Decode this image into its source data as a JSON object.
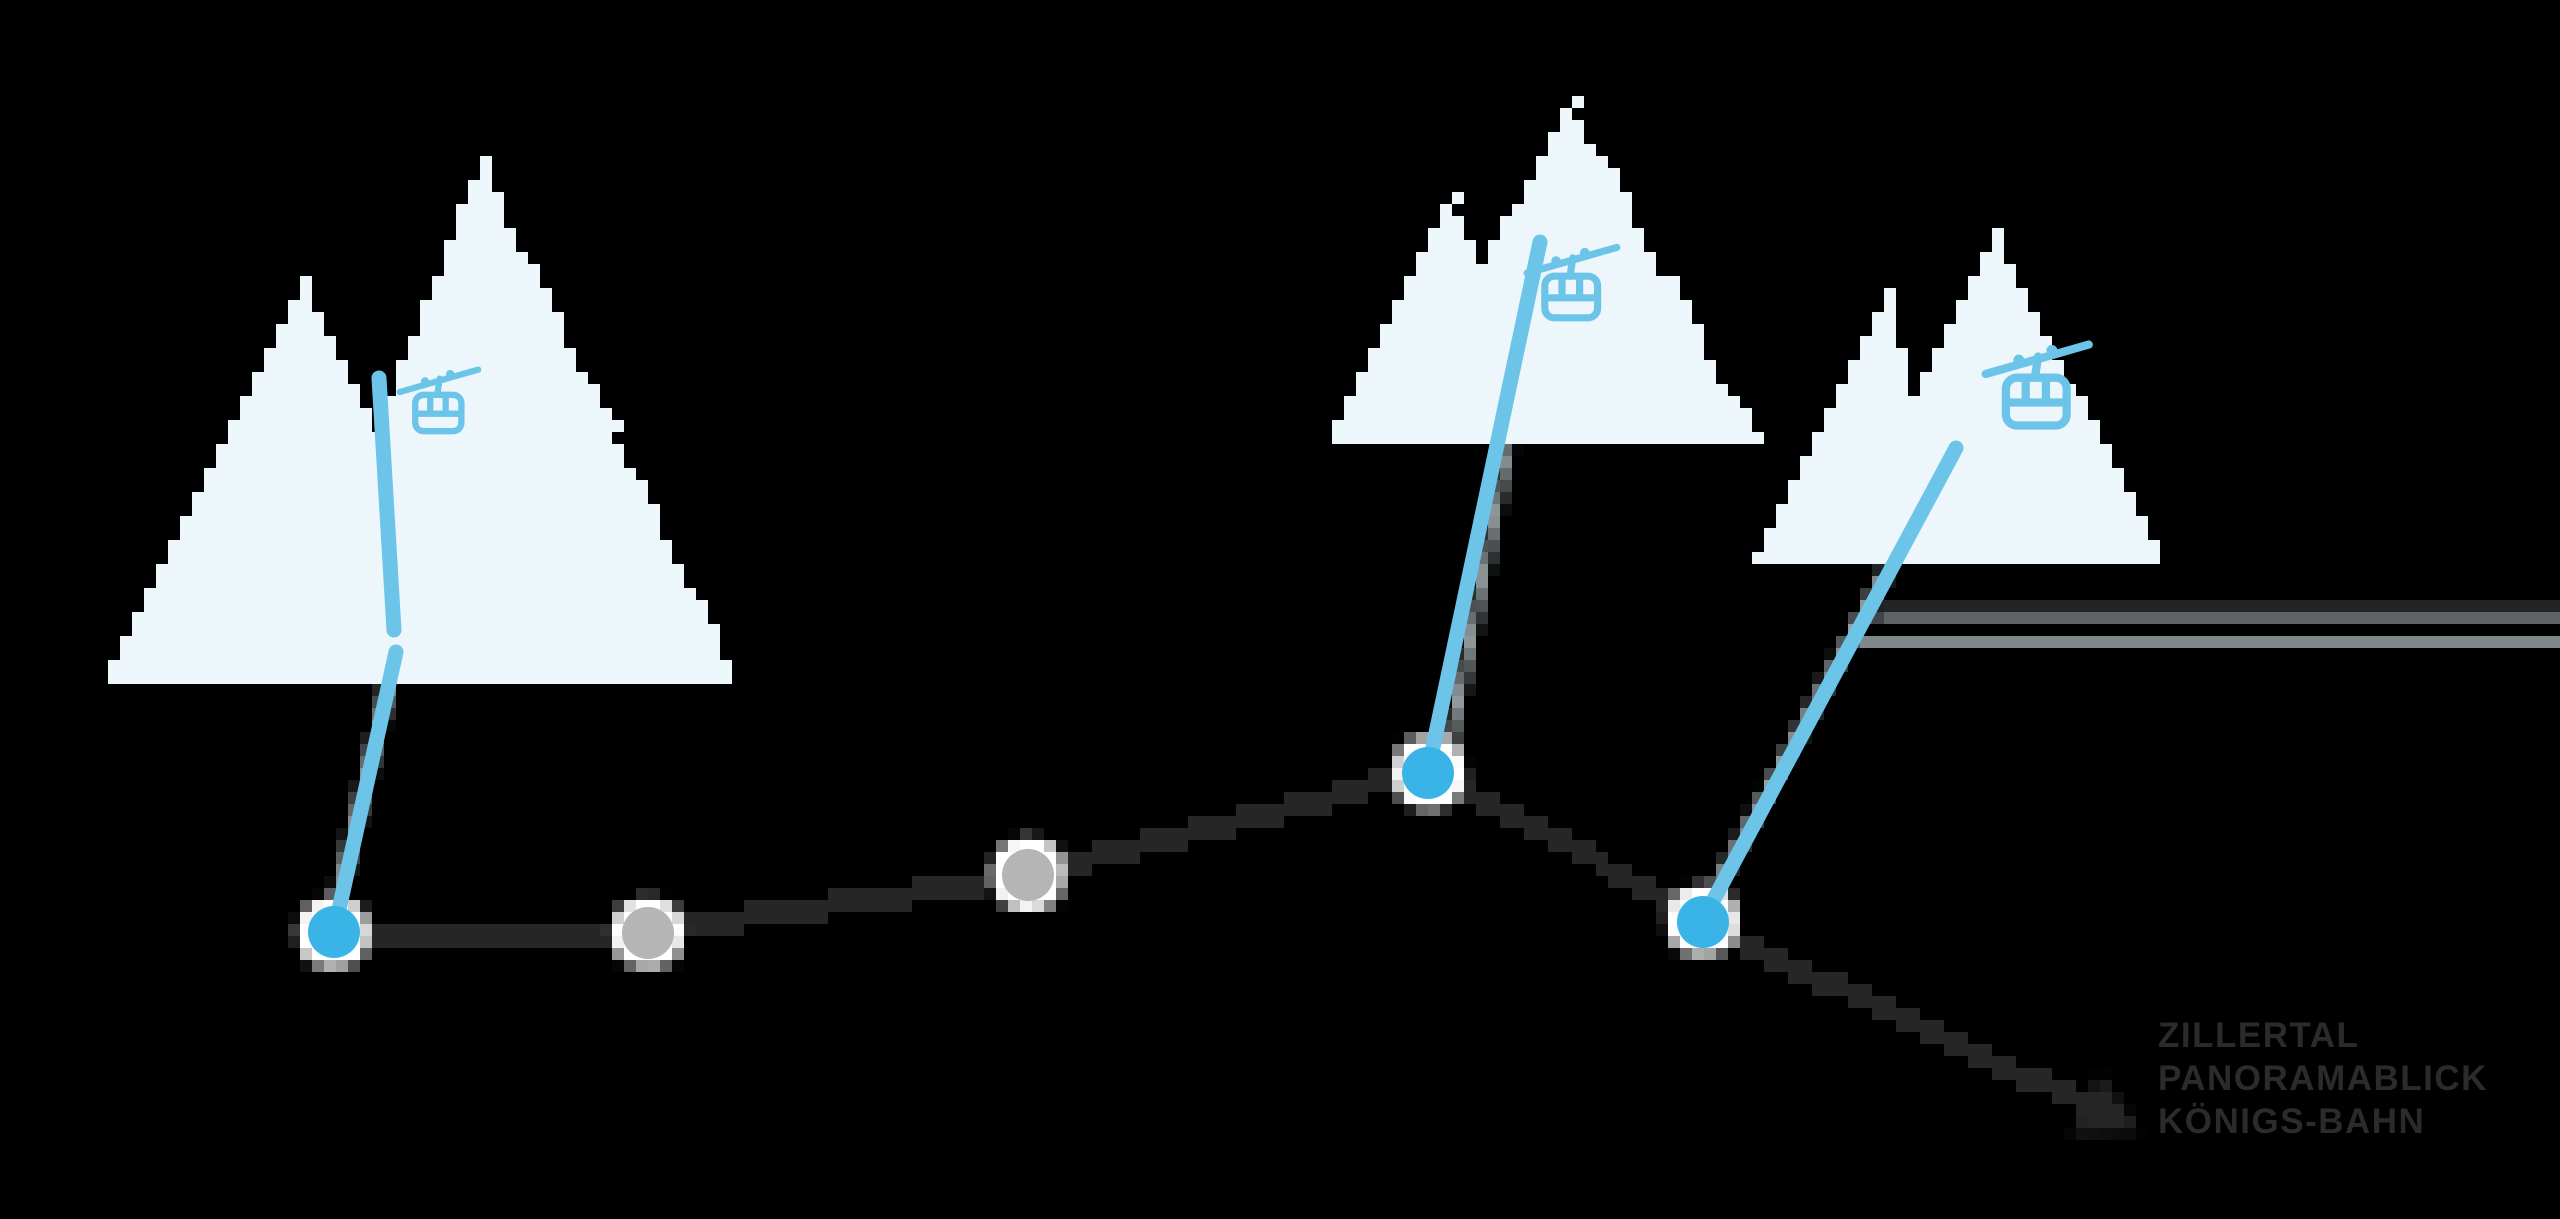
{
  "diagram": {
    "type": "ski-route-infographic",
    "label_lines": [
      "ZILLERTAL",
      "PANORAMABLICK",
      "KÖNIGS-BAHN"
    ],
    "stations": [
      {
        "id": 1,
        "kind": "gondola-base-station",
        "dot_color": "blue"
      },
      {
        "id": 2,
        "kind": "intermediate-stop",
        "dot_color": "gray"
      },
      {
        "id": 3,
        "kind": "intermediate-stop",
        "dot_color": "gray"
      },
      {
        "id": 4,
        "kind": "gondola-base-station",
        "dot_color": "blue"
      },
      {
        "id": 5,
        "kind": "gondola-base-station",
        "dot_color": "blue"
      }
    ],
    "mountain_count": 3,
    "gondola_lift_count": 3,
    "route_end": "arrow"
  },
  "colors": {
    "background": "#000000",
    "mountain": "#edf6fb",
    "accent_blue": "#6cc5e9",
    "node_blue": "#3ab4e6",
    "node_gray": "#b5b5b5",
    "ring_white": "#ffffff",
    "path_dark": "#262626",
    "shadow_gray": "#aab4b8",
    "text_dark": "#2b2b2b"
  }
}
